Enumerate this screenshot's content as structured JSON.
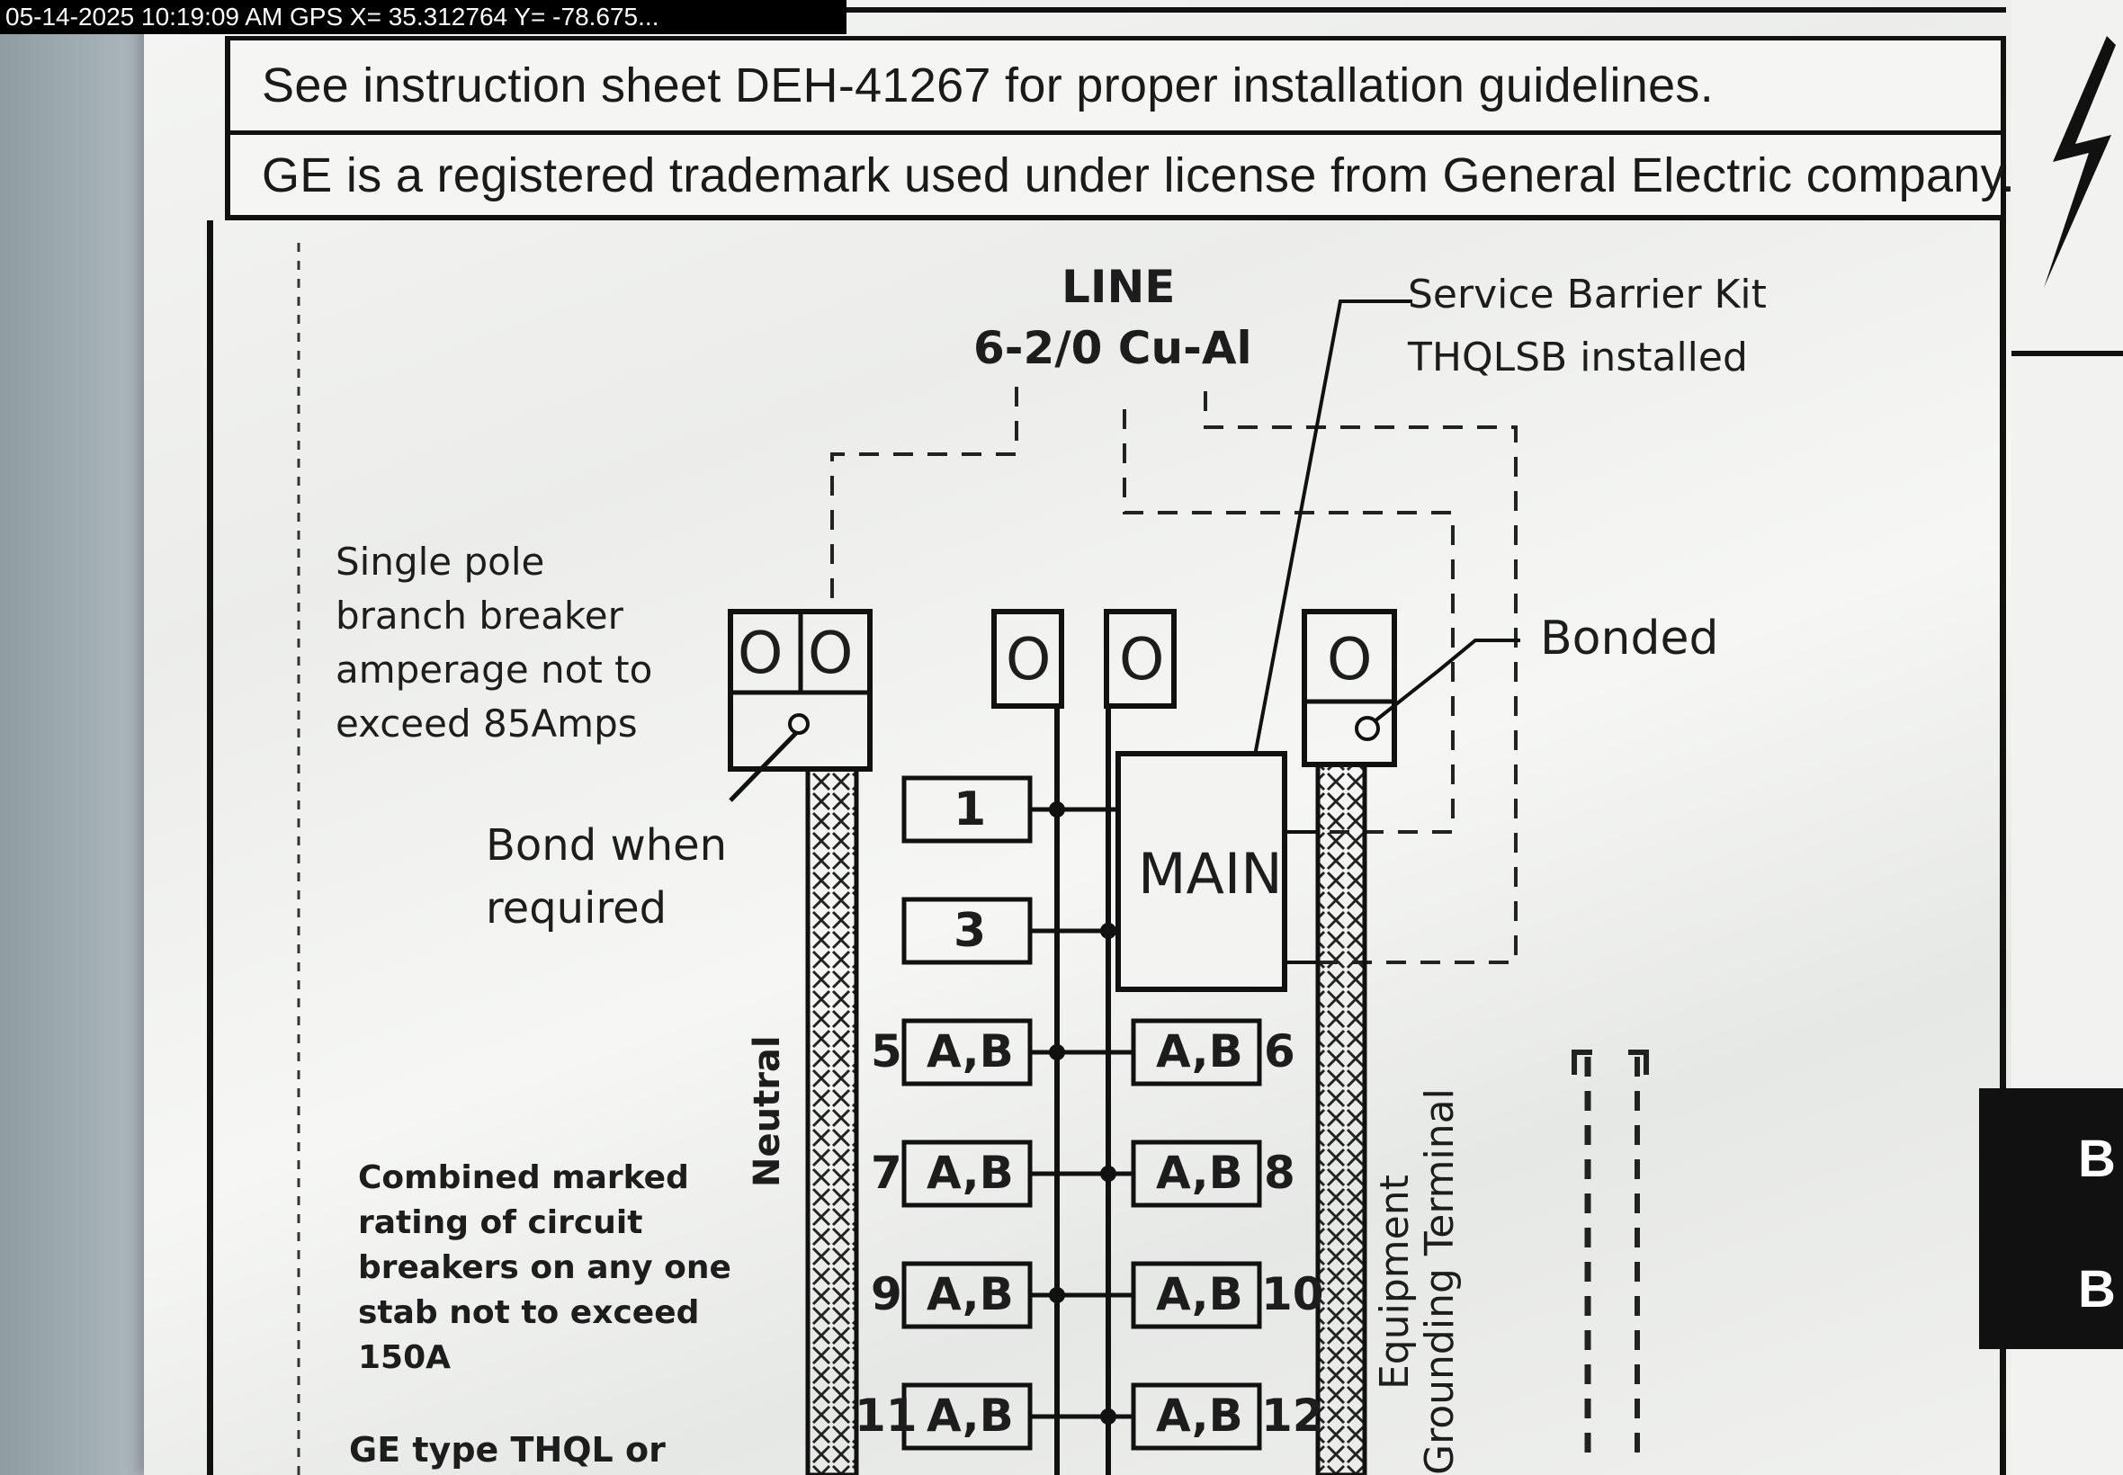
{
  "overlay": {
    "gps_stamp": "05-14-2025 10:19:09 AM GPS X= 35.312764 Y= -78.675..."
  },
  "label": {
    "instruction_line": "See instruction sheet DEH-41267 for proper installation guidelines.",
    "trademark_line": "GE is a registered trademark used under license from General Electric company."
  },
  "diagram": {
    "line_title": "LINE",
    "line_wire": "6-2/0 Cu-Al",
    "service_barrier_line1": "Service Barrier Kit",
    "service_barrier_line2": "THQLSB installed",
    "single_pole_note": [
      "Single pole",
      "branch breaker",
      "amperage not to",
      "exceed 85Amps"
    ],
    "bond_note": [
      "Bond when",
      "required"
    ],
    "bonded_label": "Bonded",
    "main_label": "MAIN",
    "neutral_label": "Neutral",
    "ground_label_1": "Equipment",
    "ground_label_2": "Grounding Terminal",
    "combined_note": [
      "Combined marked",
      "rating of circuit",
      "breakers on any one",
      "stab not to exceed",
      "150A"
    ],
    "ge_type_note": "GE type THQL or",
    "breakers_left": [
      {
        "num": "",
        "label": "1"
      },
      {
        "num": "",
        "label": "3"
      },
      {
        "num": "5",
        "label": "A,B"
      },
      {
        "num": "7",
        "label": "A,B"
      },
      {
        "num": "9",
        "label": "A,B"
      },
      {
        "num": "11",
        "label": "A,B"
      }
    ],
    "breakers_right": [
      {
        "num": "6",
        "label": "A,B"
      },
      {
        "num": "8",
        "label": "A,B"
      },
      {
        "num": "10",
        "label": "A,B"
      },
      {
        "num": "12",
        "label": "A,B"
      }
    ],
    "lug_symbol": "O"
  },
  "right_panel": {
    "letter_1": "B",
    "letter_2": "B"
  }
}
